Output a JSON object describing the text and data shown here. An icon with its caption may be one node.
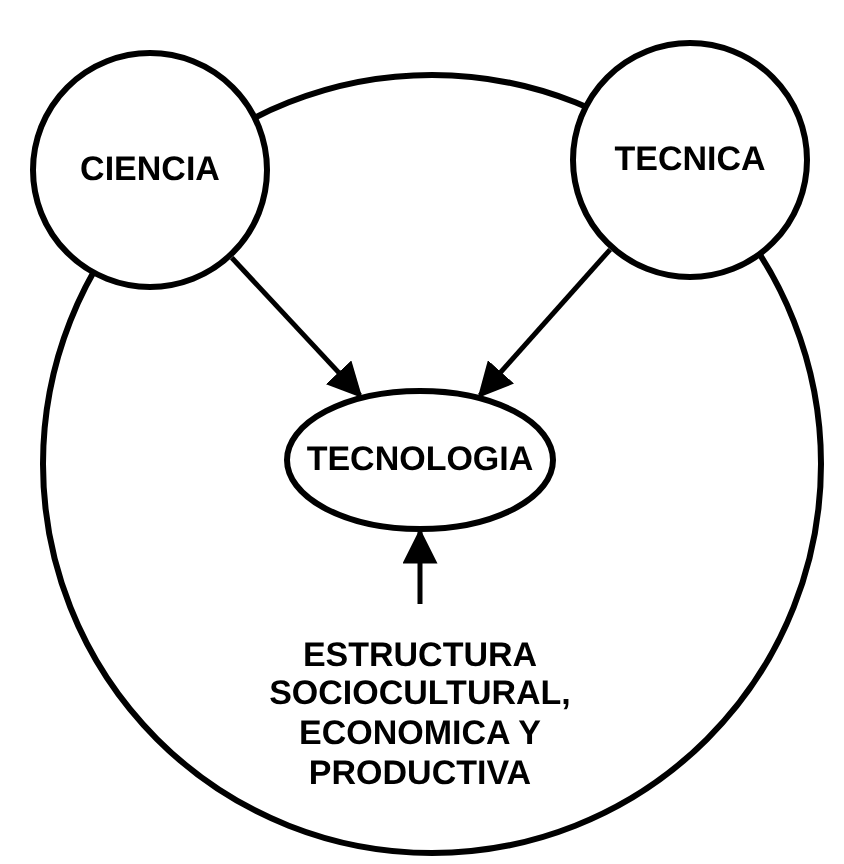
{
  "diagram": {
    "nodes": [
      {
        "text": [],
        "shape": "circle"
      },
      {
        "text": [
          "CIENCIA"
        ]
      },
      {
        "text": [
          "TECNICA"
        ]
      },
      {
        "text": [
          "TECNOLOGIA"
        ],
        "in": 0
      },
      {
        "text": [
          "ESTRUCTURA SOCIOCULTURAL, ECONOMICA Y PRODUCTIVA"
        ],
        "in": 0
      }
    ],
    "edges": [
      {
        "from": 1,
        "to": 3,
        "arrow": "to"
      },
      {
        "from": 2,
        "to": 3,
        "arrow": "to"
      },
      {
        "from": 4,
        "to": 3,
        "arrow": "to"
      }
    ]
  }
}
